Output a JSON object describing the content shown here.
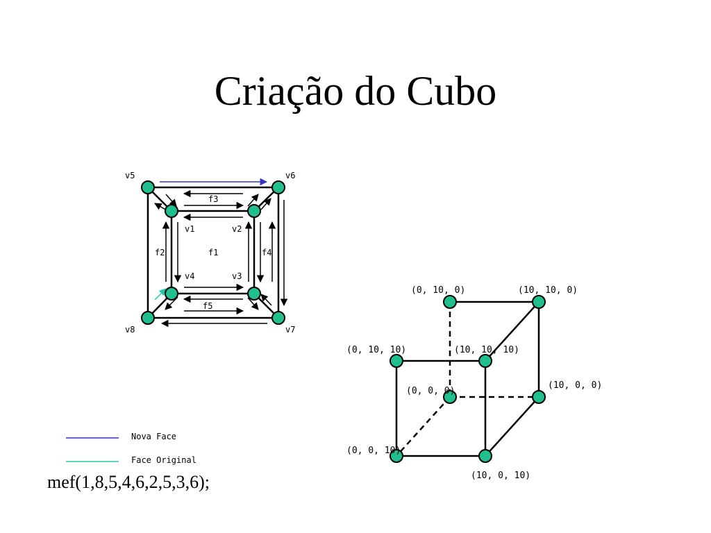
{
  "title": "Criação do Cubo",
  "code": "mef(1,8,5,4,6,2,5,3,6);",
  "colors": {
    "node": "#1fbf8f",
    "nova_face": "#3333cc",
    "face_original": "#20c8a8"
  },
  "legend": [
    {
      "label": "Nova Face",
      "color": "#3333cc"
    },
    {
      "label": "Face Original",
      "color": "#20c8a8"
    }
  ],
  "left_diagram": {
    "vertices": [
      "v5",
      "v6",
      "v1",
      "v2",
      "v4",
      "v3",
      "v8",
      "v7"
    ],
    "faces": [
      "f3",
      "f2",
      "f1",
      "f4",
      "f5"
    ]
  },
  "right_diagram": {
    "coords": [
      "(0, 10, 0)",
      "(10, 10, 0)",
      "(0, 10, 10)",
      "(10, 10, 10)",
      "(0, 0, 0)",
      "(10, 0, 0)",
      "(0, 0, 10)",
      "(10, 0, 10)"
    ]
  }
}
